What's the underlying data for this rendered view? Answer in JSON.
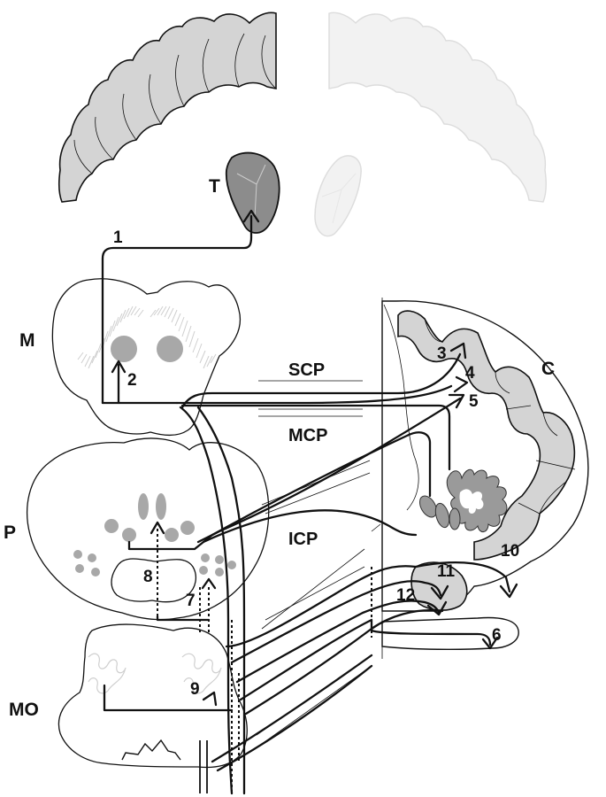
{
  "labels": {
    "thalamus": "T",
    "midbrain": "M",
    "pons": "P",
    "medulla": "MO",
    "cerebellum": "C",
    "superior_peduncle": "SCP",
    "middle_peduncle": "MCP",
    "inferior_peduncle": "ICP"
  },
  "numbers": [
    "1",
    "2",
    "3",
    "4",
    "5",
    "6",
    "7",
    "8",
    "9",
    "10",
    "11",
    "12"
  ],
  "colors": {
    "ink": "#111111",
    "cortex_grey": "#d4d4d4",
    "thalamus_grey": "#8c8c8c",
    "nucleus_grey": "#a8a8a8",
    "faint_grey": "#f2f2f2"
  }
}
